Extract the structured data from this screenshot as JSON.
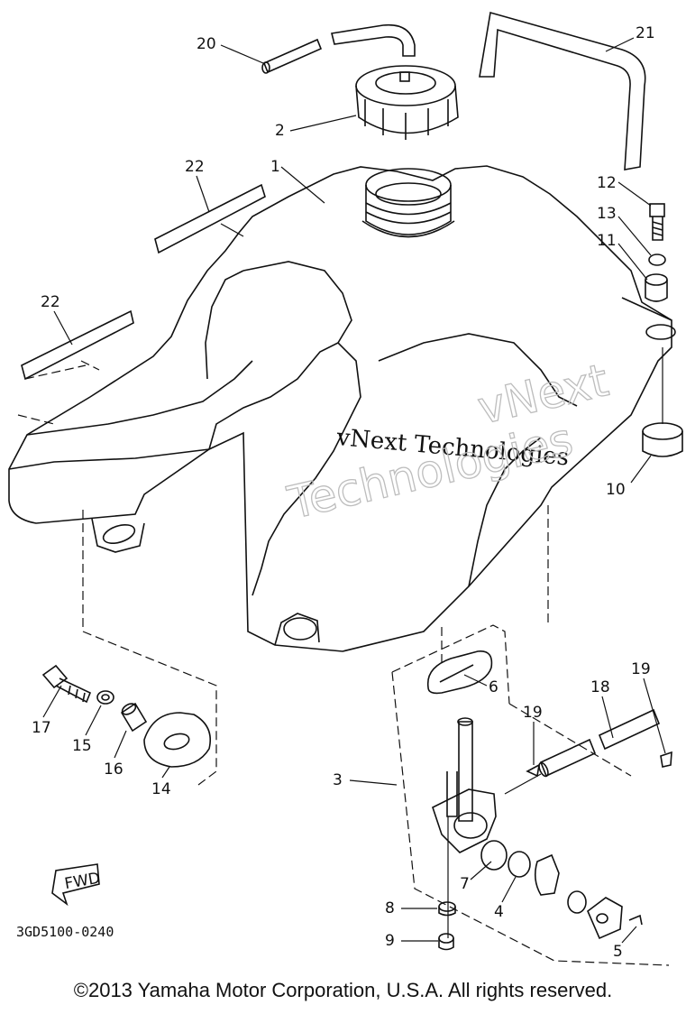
{
  "callouts": {
    "p1": "1",
    "p2": "2",
    "p3": "3",
    "p4": "4",
    "p5": "5",
    "p6": "6",
    "p7": "7",
    "p8": "8",
    "p9": "9",
    "p10": "10",
    "p11": "11",
    "p12": "12",
    "p13": "13",
    "p14": "14",
    "p15": "15",
    "p16": "16",
    "p17": "17",
    "p18": "18",
    "p19a": "19",
    "p19b": "19",
    "p20": "20",
    "p21": "21",
    "p22a": "22",
    "p22b": "22"
  },
  "fwd_label": "FWD",
  "diagram_code": "3GD5100-0240",
  "watermark": {
    "line1": "vNext Technologies",
    "line2a": "vNext",
    "line2b": "Technologies"
  },
  "copyright": "©2013 Yamaha Motor Corporation, U.S.A. All rights reserved."
}
